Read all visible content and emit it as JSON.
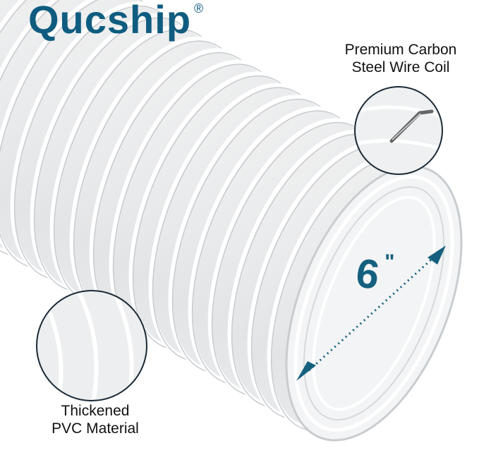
{
  "brand": {
    "name": "Qucship",
    "registered_mark": "®",
    "color": "#0f5c80"
  },
  "callouts": {
    "wire": {
      "line1": "Premium Carbon",
      "line2": "Steel Wire Coil"
    },
    "material": {
      "line1": "Thickened",
      "line2": "PVC Material"
    }
  },
  "dimension": {
    "value": "6",
    "unit": "\"",
    "color": "#15607f"
  }
}
